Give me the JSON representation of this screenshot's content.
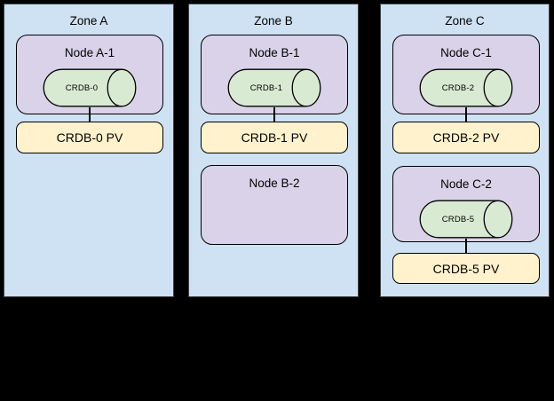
{
  "colors": {
    "background": "#000000",
    "zone_fill": "#cfe2f3",
    "zone_border": "#3d4348",
    "node_fill": "#d9d2e9",
    "db_fill": "#d9ead3",
    "pv_fill": "#fff2cc",
    "shape_border": "#000000",
    "text": "#000000"
  },
  "zones": [
    {
      "title": "Zone A",
      "nodes": [
        {
          "title": "Node A-1",
          "db": "CRDB-0"
        }
      ],
      "pvs": [
        {
          "label": "CRDB-0 PV"
        }
      ]
    },
    {
      "title": "Zone B",
      "nodes": [
        {
          "title": "Node B-1",
          "db": "CRDB-1"
        },
        {
          "title": "Node B-2"
        }
      ],
      "pvs": [
        {
          "label": "CRDB-1 PV"
        }
      ]
    },
    {
      "title": "Zone C",
      "nodes": [
        {
          "title": "Node C-1",
          "db": "CRDB-2"
        },
        {
          "title": "Node C-2",
          "db": "CRDB-5"
        }
      ],
      "pvs": [
        {
          "label": "CRDB-2 PV"
        },
        {
          "label": "CRDB-5 PV"
        }
      ]
    }
  ]
}
